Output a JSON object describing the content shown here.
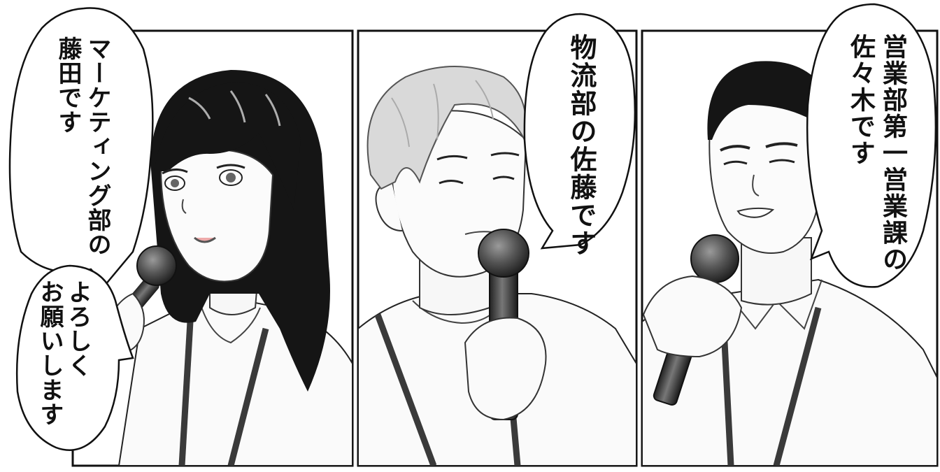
{
  "panels": [
    {
      "id": "marketing",
      "speaker": "woman-with-long-black-hair",
      "speech": {
        "col1": "マーケティング部の",
        "col2": "藤田です"
      },
      "speech2": {
        "col1": "よろしく",
        "col2": "お願いします"
      }
    },
    {
      "id": "logistics",
      "speaker": "man-with-light-hair",
      "speech": {
        "col1": "物流部の佐藤です"
      }
    },
    {
      "id": "sales",
      "speaker": "man-with-short-black-hair",
      "speech": {
        "col1": "営業部第一営業課の",
        "col2": "佐々木です"
      }
    }
  ],
  "colors": {
    "ink": "#111111",
    "paper": "#ffffff",
    "hair_dark": "#151515",
    "hair_light": "#d9d9d9",
    "lanyard": "#3a3a3a"
  }
}
